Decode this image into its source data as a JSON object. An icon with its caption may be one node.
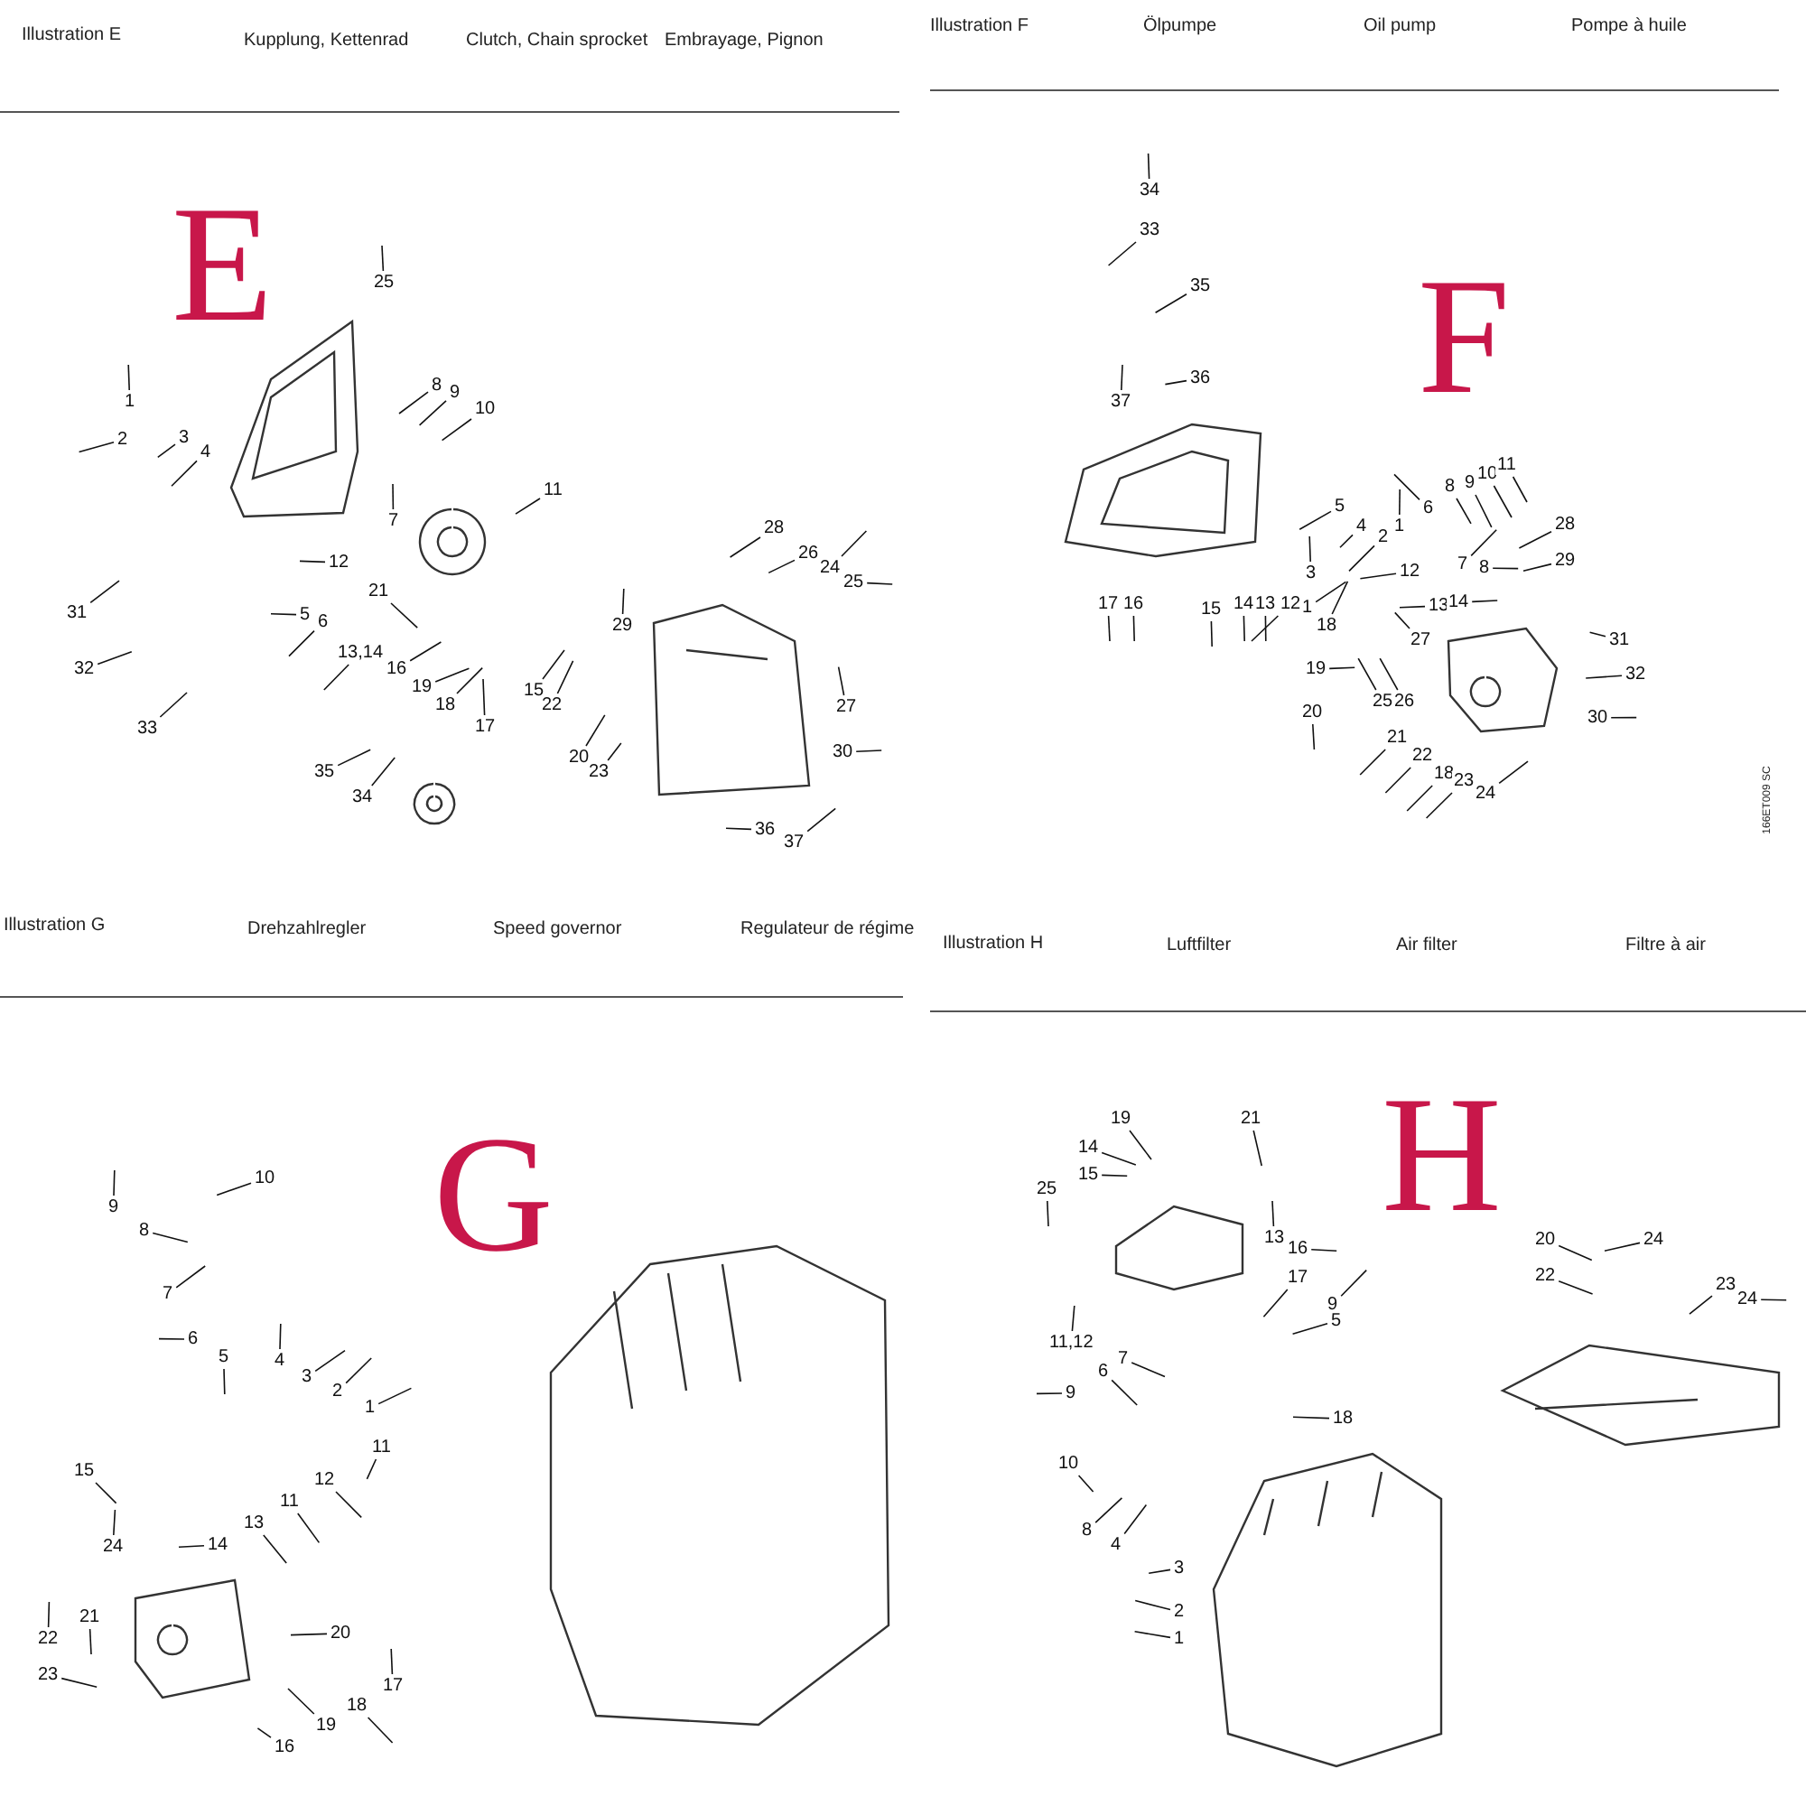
{
  "diagram": {
    "nodes": [
      {
        "text": [
          "1"
        ]
      },
      {
        "text": [
          "2"
        ]
      },
      {
        "text": [
          "3"
        ]
      },
      {
        "text": [
          "4"
        ]
      },
      {
        "text": [
          "25"
        ]
      },
      {
        "text": [
          "8"
        ]
      },
      {
        "text": [
          "9"
        ]
      },
      {
        "text": [
          "10"
        ]
      },
      {
        "text": [
          "11"
        ]
      },
      {
        "text": [
          "7"
        ]
      },
      {
        "text": [
          "12"
        ]
      },
      {
        "text": [
          "21"
        ]
      },
      {
        "text": [
          "5"
        ]
      },
      {
        "text": [
          "6"
        ]
      },
      {
        "text": [
          "31"
        ]
      },
      {
        "text": [
          "13,14"
        ]
      },
      {
        "text": [
          "16"
        ]
      },
      {
        "text": [
          "19"
        ]
      },
      {
        "text": [
          "32"
        ]
      },
      {
        "text": [
          "18"
        ]
      },
      {
        "text": [
          "17"
        ]
      },
      {
        "text": [
          "15"
        ]
      },
      {
        "text": [
          "22"
        ]
      },
      {
        "text": [
          "33"
        ]
      },
      {
        "text": [
          "29"
        ]
      },
      {
        "text": [
          "28"
        ]
      },
      {
        "text": [
          "26"
        ]
      },
      {
        "text": [
          "24"
        ]
      },
      {
        "text": [
          "25"
        ]
      },
      {
        "text": [
          "27"
        ]
      },
      {
        "text": [
          "30"
        ]
      },
      {
        "text": [
          "20"
        ]
      },
      {
        "text": [
          "23"
        ]
      },
      {
        "text": [
          "35"
        ]
      },
      {
        "text": [
          "34"
        ]
      },
      {
        "text": [
          "36"
        ]
      },
      {
        "text": [
          "37"
        ]
      },
      {
        "text": [
          "34"
        ]
      },
      {
        "text": [
          "33"
        ]
      },
      {
        "text": [
          "35"
        ]
      },
      {
        "text": [
          "36"
        ]
      },
      {
        "text": [
          "37"
        ]
      },
      {
        "text": [
          "5"
        ]
      },
      {
        "text": [
          "4"
        ]
      },
      {
        "text": [
          "2"
        ]
      },
      {
        "text": [
          "1"
        ]
      },
      {
        "text": [
          "3"
        ]
      },
      {
        "text": [
          "17"
        ]
      },
      {
        "text": [
          "16"
        ]
      },
      {
        "text": [
          "15"
        ]
      },
      {
        "text": [
          "14"
        ]
      },
      {
        "text": [
          "13"
        ]
      },
      {
        "text": [
          "12"
        ]
      },
      {
        "text": [
          "1"
        ]
      },
      {
        "text": [
          "18"
        ]
      },
      {
        "text": [
          "6"
        ]
      },
      {
        "text": [
          "8"
        ]
      },
      {
        "text": [
          "9"
        ]
      },
      {
        "text": [
          "10"
        ]
      },
      {
        "text": [
          "11"
        ]
      },
      {
        "text": [
          "7"
        ]
      },
      {
        "text": [
          "8"
        ]
      },
      {
        "text": [
          "28"
        ]
      },
      {
        "text": [
          "29"
        ]
      },
      {
        "text": [
          "12"
        ]
      },
      {
        "text": [
          "13"
        ]
      },
      {
        "text": [
          "14"
        ]
      },
      {
        "text": [
          "27"
        ]
      },
      {
        "text": [
          "25"
        ]
      },
      {
        "text": [
          "26"
        ]
      },
      {
        "text": [
          "19"
        ]
      },
      {
        "text": [
          "20"
        ]
      },
      {
        "text": [
          "21"
        ]
      },
      {
        "text": [
          "22"
        ]
      },
      {
        "text": [
          "18"
        ]
      },
      {
        "text": [
          "23"
        ]
      },
      {
        "text": [
          "24"
        ]
      },
      {
        "text": [
          "31"
        ]
      },
      {
        "text": [
          "32"
        ]
      },
      {
        "text": [
          "30"
        ]
      },
      {
        "text": [
          "10"
        ]
      },
      {
        "text": [
          "9"
        ]
      },
      {
        "text": [
          "8"
        ]
      },
      {
        "text": [
          "7"
        ]
      },
      {
        "text": [
          "6"
        ]
      },
      {
        "text": [
          "5"
        ]
      },
      {
        "text": [
          "4"
        ]
      },
      {
        "text": [
          "3"
        ]
      },
      {
        "text": [
          "2"
        ]
      },
      {
        "text": [
          "1"
        ]
      },
      {
        "text": [
          "11"
        ]
      },
      {
        "text": [
          "15"
        ]
      },
      {
        "text": [
          "12"
        ]
      },
      {
        "text": [
          "11"
        ]
      },
      {
        "text": [
          "13"
        ]
      },
      {
        "text": [
          "14"
        ]
      },
      {
        "text": [
          "24"
        ]
      },
      {
        "text": [
          "21"
        ]
      },
      {
        "text": [
          "22"
        ]
      },
      {
        "text": [
          "23"
        ]
      },
      {
        "text": [
          "20"
        ]
      },
      {
        "text": [
          "17"
        ]
      },
      {
        "text": [
          "18"
        ]
      },
      {
        "text": [
          "19"
        ]
      },
      {
        "text": [
          "16"
        ]
      },
      {
        "text": [
          "19"
        ]
      },
      {
        "text": [
          "21"
        ]
      },
      {
        "text": [
          "14"
        ]
      },
      {
        "text": [
          "15"
        ]
      },
      {
        "text": [
          "25"
        ]
      },
      {
        "text": [
          "13"
        ]
      },
      {
        "text": [
          "16"
        ]
      },
      {
        "text": [
          "17"
        ]
      },
      {
        "text": [
          "9"
        ]
      },
      {
        "text": [
          "5"
        ]
      },
      {
        "text": [
          "11,12"
        ]
      },
      {
        "text": [
          "7"
        ]
      },
      {
        "text": [
          "6"
        ]
      },
      {
        "text": [
          "9"
        ]
      },
      {
        "text": [
          "18"
        ]
      },
      {
        "text": [
          "10"
        ]
      },
      {
        "text": [
          "8"
        ]
      },
      {
        "text": [
          "4"
        ]
      },
      {
        "text": [
          "3"
        ]
      },
      {
        "text": [
          "2"
        ]
      },
      {
        "text": [
          "1"
        ]
      },
      {
        "text": [
          "20"
        ]
      },
      {
        "text": [
          "24"
        ]
      },
      {
        "text": [
          "22"
        ]
      },
      {
        "text": [
          "23"
        ]
      },
      {
        "text": [
          "24"
        ]
      }
    ],
    "edges": [
      {
        "from": 0,
        "to": null,
        "arrow": "none"
      },
      {
        "from": 1,
        "to": null,
        "arrow": "none"
      },
      {
        "from": 2,
        "to": null,
        "arrow": "none"
      },
      {
        "from": 3,
        "to": null,
        "arrow": "none"
      },
      {
        "from": 4,
        "to": null,
        "arrow": "none"
      },
      {
        "from": 5,
        "to": null,
        "arrow": "none"
      },
      {
        "from": 6,
        "to": null,
        "arrow": "none"
      },
      {
        "from": 7,
        "to": null,
        "arrow": "none"
      },
      {
        "from": 8,
        "to": null,
        "arrow": "none"
      },
      {
        "from": 9,
        "to": null,
        "arrow": "none"
      },
      {
        "from": 10,
        "to": null,
        "arrow": "none"
      },
      {
        "from": 11,
        "to": null,
        "arrow": "none"
      },
      {
        "from": 12,
        "to": null,
        "arrow": "none"
      },
      {
        "from": 13,
        "to": null,
        "arrow": "none"
      },
      {
        "from": 14,
        "to": null,
        "arrow": "none"
      },
      {
        "from": 15,
        "to": null,
        "arrow": "none"
      },
      {
        "from": 16,
        "to": null,
        "arrow": "none"
      },
      {
        "from": 17,
        "to": null,
        "arrow": "none"
      },
      {
        "from": 18,
        "to": null,
        "arrow": "none"
      },
      {
        "from": 19,
        "to": null,
        "arrow": "none"
      },
      {
        "from": 20,
        "to": null,
        "arrow": "none"
      },
      {
        "from": 21,
        "to": null,
        "arrow": "none"
      },
      {
        "from": 22,
        "to": null,
        "arrow": "none"
      },
      {
        "from": 23,
        "to": null,
        "arrow": "none"
      },
      {
        "from": 24,
        "to": null,
        "arrow": "none"
      },
      {
        "from": 25,
        "to": null,
        "arrow": "none"
      },
      {
        "from": 26,
        "to": null,
        "arrow": "none"
      },
      {
        "from": 27,
        "to": null,
        "arrow": "none"
      },
      {
        "from": 28,
        "to": null,
        "arrow": "none"
      },
      {
        "from": 29,
        "to": null,
        "arrow": "none"
      },
      {
        "from": 30,
        "to": null,
        "arrow": "none"
      },
      {
        "from": 31,
        "to": null,
        "arrow": "none"
      },
      {
        "from": 32,
        "to": null,
        "arrow": "none"
      },
      {
        "from": 33,
        "to": null,
        "arrow": "none"
      },
      {
        "from": 34,
        "to": null,
        "arrow": "none"
      },
      {
        "from": 35,
        "to": null,
        "arrow": "none"
      },
      {
        "from": 36,
        "to": null,
        "arrow": "none"
      },
      {
        "from": 37,
        "to": null,
        "arrow": "none"
      },
      {
        "from": 38,
        "to": null,
        "arrow": "none"
      },
      {
        "from": 39,
        "to": null,
        "arrow": "none"
      },
      {
        "from": 40,
        "to": null,
        "arrow": "none"
      },
      {
        "from": 41,
        "to": null,
        "arrow": "none"
      },
      {
        "from": 42,
        "to": null,
        "arrow": "none"
      },
      {
        "from": 43,
        "to": null,
        "arrow": "none"
      },
      {
        "from": 44,
        "to": null,
        "arrow": "none"
      },
      {
        "from": 45,
        "to": null,
        "arrow": "none"
      },
      {
        "from": 46,
        "to": null,
        "arrow": "none"
      },
      {
        "from": 47,
        "to": null,
        "arrow": "none"
      },
      {
        "from": 48,
        "to": null,
        "arrow": "none"
      },
      {
        "from": 49,
        "to": null,
        "arrow": "none"
      },
      {
        "from": 50,
        "to": null,
        "arrow": "none"
      },
      {
        "from": 51,
        "to": null,
        "arrow": "none"
      },
      {
        "from": 52,
        "to": null,
        "arrow": "none"
      },
      {
        "from": 53,
        "to": null,
        "arrow": "none"
      },
      {
        "from": 54,
        "to": null,
        "arrow": "none"
      },
      {
        "from": 55,
        "to": null,
        "arrow": "none"
      },
      {
        "from": 56,
        "to": null,
        "arrow": "none"
      },
      {
        "from": 57,
        "to": null,
        "arrow": "none"
      },
      {
        "from": 58,
        "to": null,
        "arrow": "none"
      },
      {
        "from": 59,
        "to": null,
        "arrow": "none"
      },
      {
        "from": 60,
        "to": null,
        "arrow": "none"
      },
      {
        "from": 61,
        "to": null,
        "arrow": "none"
      },
      {
        "from": 62,
        "to": null,
        "arrow": "none"
      },
      {
        "from": 63,
        "to": null,
        "arrow": "none"
      },
      {
        "from": 64,
        "to": null,
        "arrow": "none"
      },
      {
        "from": 65,
        "to": null,
        "arrow": "none"
      },
      {
        "from": 66,
        "to": null,
        "arrow": "none"
      },
      {
        "from": 67,
        "to": null,
        "arrow": "none"
      },
      {
        "from": 68,
        "to": null,
        "arrow": "none"
      },
      {
        "from": 69,
        "to": null,
        "arrow": "none"
      },
      {
        "from": 70,
        "to": null,
        "arrow": "none"
      },
      {
        "from": 71,
        "to": null,
        "arrow": "none"
      },
      {
        "from": 72,
        "to": null,
        "arrow": "none"
      },
      {
        "from": 73,
        "to": null,
        "arrow": "none"
      },
      {
        "from": 74,
        "to": null,
        "arrow": "none"
      },
      {
        "from": 75,
        "to": null,
        "arrow": "none"
      },
      {
        "from": 76,
        "to": null,
        "arrow": "none"
      },
      {
        "from": 77,
        "to": null,
        "arrow": "none"
      },
      {
        "from": 78,
        "to": null,
        "arrow": "none"
      },
      {
        "from": 79,
        "to": null,
        "arrow": "none"
      },
      {
        "from": 80,
        "to": null,
        "arrow": "none"
      },
      {
        "from": 81,
        "to": null,
        "arrow": "none"
      },
      {
        "from": 82,
        "to": null,
        "arrow": "none"
      },
      {
        "from": 83,
        "to": null,
        "arrow": "none"
      },
      {
        "from": 84,
        "to": null,
        "arrow": "none"
      },
      {
        "from": 85,
        "to": null,
        "arrow": "none"
      },
      {
        "from": 86,
        "to": null,
        "arrow": "none"
      },
      {
        "from": 87,
        "to": null,
        "arrow": "none"
      },
      {
        "from": 88,
        "to": null,
        "arrow": "none"
      },
      {
        "from": 89,
        "to": null,
        "arrow": "none"
      },
      {
        "from": 90,
        "to": null,
        "arrow": "none"
      },
      {
        "from": 91,
        "to": null,
        "arrow": "none"
      },
      {
        "from": 92,
        "to": null,
        "arrow": "none"
      },
      {
        "from": 93,
        "to": null,
        "arrow": "none"
      },
      {
        "from": 94,
        "to": null,
        "arrow": "none"
      },
      {
        "from": 95,
        "to": null,
        "arrow": "none"
      },
      {
        "from": 96,
        "to": null,
        "arrow": "none"
      },
      {
        "from": 97,
        "to": null,
        "arrow": "none"
      },
      {
        "from": 98,
        "to": null,
        "arrow": "none"
      },
      {
        "from": 99,
        "to": null,
        "arrow": "none"
      },
      {
        "from": 100,
        "to": null,
        "arrow": "none"
      },
      {
        "from": 101,
        "to": null,
        "arrow": "none"
      },
      {
        "from": 102,
        "to": null,
        "arrow": "none"
      },
      {
        "from": 103,
        "to": null,
        "arrow": "none"
      },
      {
        "from": 104,
        "to": null,
        "arrow": "none"
      },
      {
        "from": 105,
        "to": null,
        "arrow": "none"
      },
      {
        "from": 106,
        "to": null,
        "arrow": "none"
      },
      {
        "from": 107,
        "to": null,
        "arrow": "none"
      },
      {
        "from": 108,
        "to": null,
        "arrow": "none"
      },
      {
        "from": 109,
        "to": null,
        "arrow": "none"
      },
      {
        "from": 110,
        "to": null,
        "arrow": "none"
      },
      {
        "from": 111,
        "to": null,
        "arrow": "none"
      },
      {
        "from": 112,
        "to": null,
        "arrow": "none"
      },
      {
        "from": 113,
        "to": null,
        "arrow": "none"
      },
      {
        "from": 114,
        "to": null,
        "arrow": "none"
      },
      {
        "from": 115,
        "to": null,
        "arrow": "none"
      },
      {
        "from": 116,
        "to": null,
        "arrow": "none"
      },
      {
        "from": 117,
        "to": null,
        "arrow": "none"
      },
      {
        "from": 118,
        "to": null,
        "arrow": "none"
      },
      {
        "from": 119,
        "to": null,
        "arrow": "none"
      },
      {
        "from": 120,
        "to": null,
        "arrow": "none"
      },
      {
        "from": 121,
        "to": null,
        "arrow": "none"
      },
      {
        "from": 122,
        "to": null,
        "arrow": "none"
      },
      {
        "from": 123,
        "to": null,
        "arrow": "none"
      },
      {
        "from": 124,
        "to": null,
        "arrow": "none"
      },
      {
        "from": 125,
        "to": null,
        "arrow": "none"
      },
      {
        "from": 126,
        "to": null,
        "arrow": "none"
      },
      {
        "from": 127,
        "to": null,
        "arrow": "none"
      },
      {
        "from": 128,
        "to": null,
        "arrow": "none"
      },
      {
        "from": 129,
        "to": null,
        "arrow": "none"
      },
      {
        "from": 130,
        "to": null,
        "arrow": "none"
      }
    ],
    "labels": [
      "Illustration  E",
      "Kupplung, Kettenrad",
      "Clutch, Chain sprocket",
      "Embrayage, Pignon",
      "E",
      "Illustration  F",
      "Ölpumpe",
      "Oil pump",
      "Pompe à huile",
      "F",
      "166ET009 SC",
      "Illustration  G",
      "Drehzahlregler",
      "Speed governor",
      "Regulateur de régime",
      "G",
      "Illustration  H",
      "Luftfilter",
      "Air filter",
      "Filtre à air",
      "H"
    ]
  }
}
